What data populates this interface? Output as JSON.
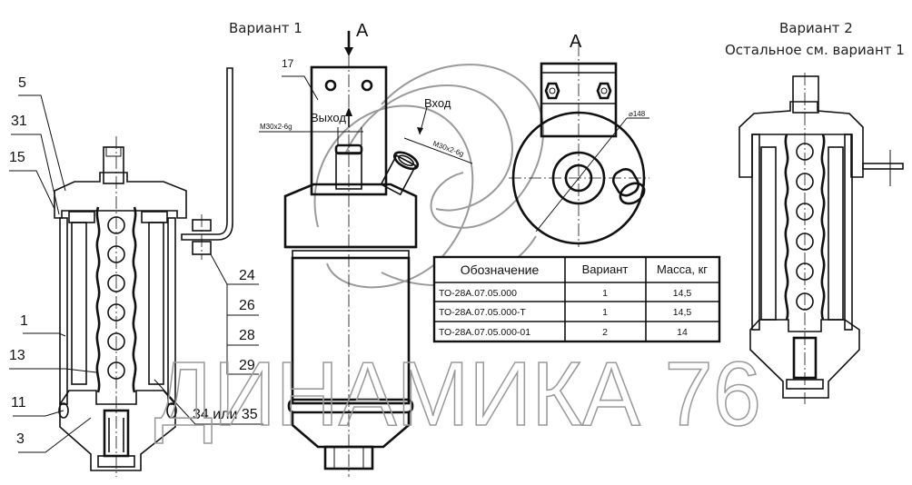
{
  "drawing": {
    "variant1_title": "Вариант 1",
    "variant2_title": "Вариант 2",
    "variant2_note": "Остальное см. вариант 1",
    "view_arrow_label": "А",
    "view_title": "А",
    "labels": {
      "outlet": "Выход",
      "inlet": "Вход",
      "thread_outlet": "М30х2-6g",
      "thread_inlet": "М30х2-6g",
      "diameter": "⌀148"
    },
    "callouts": [
      {
        "id": "5",
        "text": "5"
      },
      {
        "id": "31",
        "text": "31"
      },
      {
        "id": "15",
        "text": "15"
      },
      {
        "id": "1",
        "text": "1"
      },
      {
        "id": "13",
        "text": "13"
      },
      {
        "id": "11",
        "text": "11"
      },
      {
        "id": "3",
        "text": "3"
      },
      {
        "id": "17",
        "text": "17"
      },
      {
        "id": "24",
        "text": "24"
      },
      {
        "id": "26",
        "text": "26"
      },
      {
        "id": "28",
        "text": "28"
      },
      {
        "id": "29",
        "text": "29"
      },
      {
        "id": "34or35",
        "text": "34 или 35"
      }
    ]
  },
  "table": {
    "headers": [
      "Обозначение",
      "Вариант",
      "Масса, кг"
    ],
    "rows": [
      [
        "ТО-28А.07.05.000",
        "1",
        "14,5"
      ],
      [
        "ТО-28А.07.05.000-Т",
        "1",
        "14,5"
      ],
      [
        "ТО-28А.07.05.000-01",
        "2",
        "14"
      ]
    ]
  },
  "watermark": {
    "text": "ДИНАМИКА 76"
  }
}
